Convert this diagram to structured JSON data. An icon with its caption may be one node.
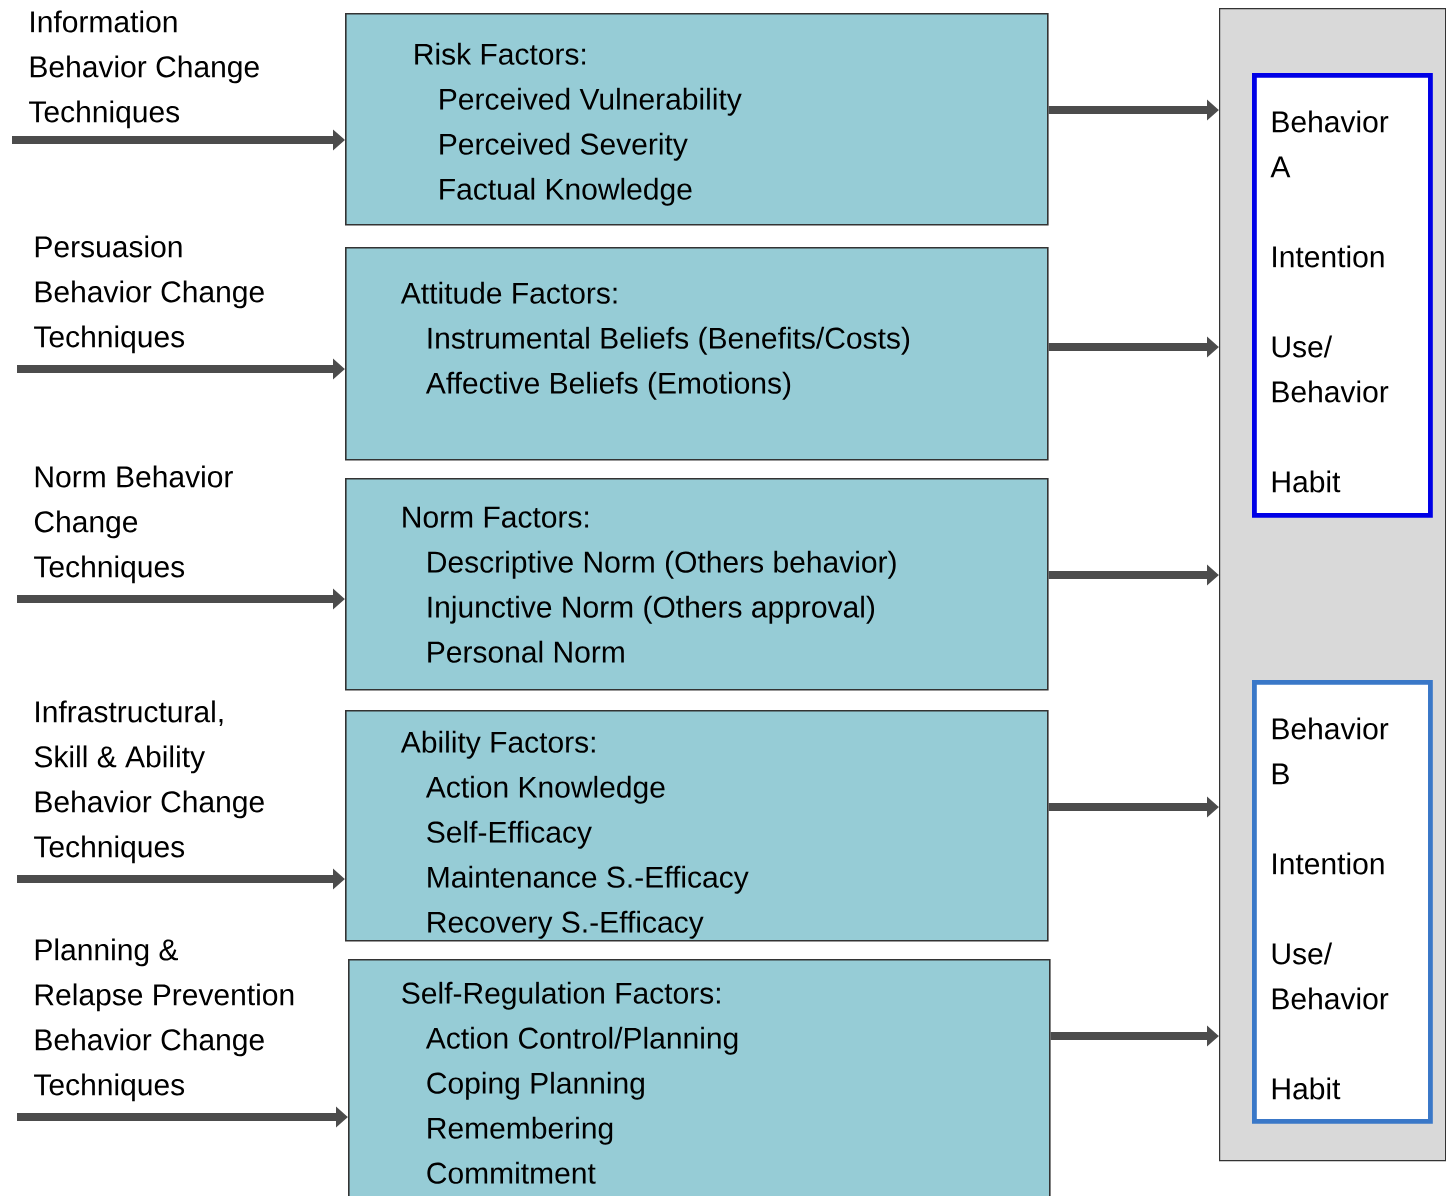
{
  "diagram": {
    "nodes": [
      {
        "text": [
          "Information Behavior Change Techniques"
        ]
      },
      {
        "text": [
          "Persuasion Behavior Change Techniques"
        ]
      },
      {
        "text": [
          "Norm Behavior Change Techniques"
        ]
      },
      {
        "text": [
          "Infrastructural, Skill & Ability Behavior Change Techniques"
        ]
      },
      {
        "text": [
          "Planning & Relapse Prevention Behavior Change Techniques"
        ]
      },
      {
        "text": [
          "Risk Factors:",
          "Perceived Vulnerability",
          "Perceived Severity",
          "Factual Knowledge"
        ]
      },
      {
        "text": [
          "Attitude Factors:",
          "Instrumental Beliefs (Benefits/Costs)",
          "Affective Beliefs (Emotions)"
        ]
      },
      {
        "text": [
          "Norm Factors:",
          "Descriptive Norm (Others behavior)",
          "Injunctive Norm (Others approval)",
          "Personal Norm"
        ]
      },
      {
        "text": [
          "Ability Factors:",
          "Action Knowledge",
          "Self-Efficacy",
          "Maintenance S.-Efficacy",
          "Recovery S.-Efficacy"
        ]
      },
      {
        "text": [
          "Self-Regulation Factors:",
          "Action Control/Planning",
          "Coping Planning",
          "Remembering",
          "Commitment"
        ]
      },
      {
        "text": [],
        "shape": "box"
      },
      {
        "text": [
          "Behavior A",
          "Intention",
          "Use/ Behavior",
          "Habit"
        ],
        "in": 10
      },
      {
        "text": [
          "Behavior B",
          "Intention",
          "Use/ Behavior",
          "Habit"
        ],
        "in": 10
      }
    ],
    "edges": [
      {
        "from": 0,
        "to": 5,
        "arrow": "to"
      },
      {
        "from": 1,
        "to": 6,
        "arrow": "to"
      },
      {
        "from": 2,
        "to": 7,
        "arrow": "to"
      },
      {
        "from": 3,
        "to": 8,
        "arrow": "to"
      },
      {
        "from": 4,
        "to": 9,
        "arrow": "to"
      },
      {
        "from": 5,
        "to": 10,
        "arrow": "to"
      },
      {
        "from": 6,
        "to": 10,
        "arrow": "to"
      },
      {
        "from": 7,
        "to": 10,
        "arrow": "to"
      },
      {
        "from": 8,
        "to": 10,
        "arrow": "to"
      },
      {
        "from": 9,
        "to": 10,
        "arrow": "to"
      }
    ]
  }
}
